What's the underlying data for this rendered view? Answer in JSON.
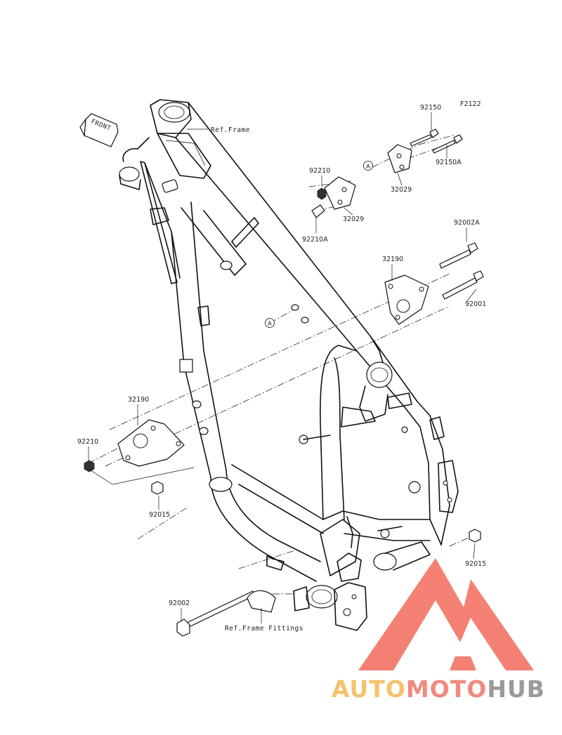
{
  "diagram_code": "F2122",
  "front_label": "FRONT",
  "ref_labels": {
    "frame": "Ref.Frame",
    "fittings": "Ref.Frame Fittings"
  },
  "marker": "A",
  "part_numbers": {
    "p92150": "92150",
    "p92150A": "92150A",
    "p92210_top": "92210",
    "p92210A": "92210A",
    "p32029_right": "32029",
    "p32029_left": "32029",
    "p92002A": "92002A",
    "p32190_right": "32190",
    "p92001": "92001",
    "p32190_left": "32190",
    "p92210_left": "92210",
    "p92015_left": "92015",
    "p92015_right": "92015",
    "p92002": "92002"
  },
  "watermark": {
    "part1": "AUTO",
    "part2": "MOTO",
    "part3": "HUB",
    "color_auto": "#f5c26b",
    "color_moto": "#f08a7e",
    "color_hub": "#9a9a9a",
    "logo_color": "#f26b5b"
  }
}
